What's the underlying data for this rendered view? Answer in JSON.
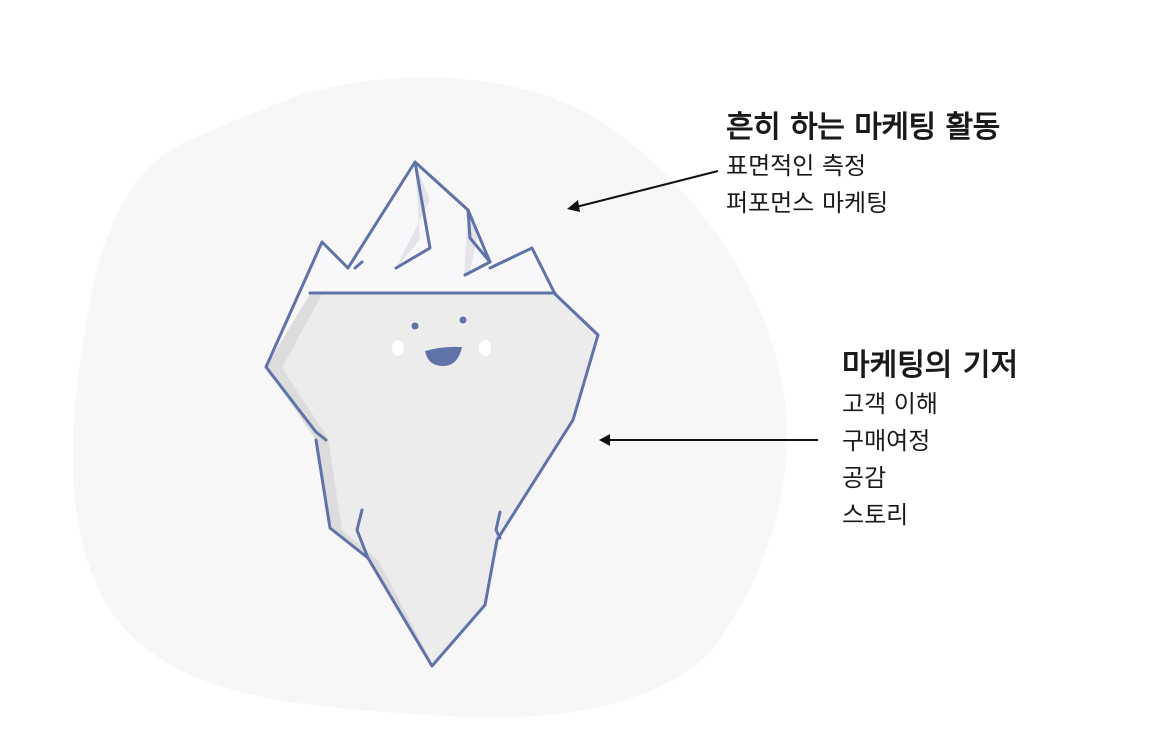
{
  "colors": {
    "background_blob": "#f7f7f7",
    "iceberg_outline": "#5f73a8",
    "iceberg_fill_underwater": "#ececec",
    "iceberg_fill_tip": "#f8f8fa",
    "iceberg_shadow": "#dcdcdc",
    "face_mouth": "#5f73a8",
    "face_cheeks": "#ffffff",
    "arrow": "#111111",
    "text": "#1a1a1a"
  },
  "top_label": {
    "title": "흔히 하는 마케팅 활동",
    "items": [
      "표면적인 측정",
      "퍼포먼스 마케팅"
    ]
  },
  "bottom_label": {
    "title": "마케팅의 기저",
    "items": [
      "고객 이해",
      "구매여정",
      "공감",
      "스토리"
    ]
  }
}
